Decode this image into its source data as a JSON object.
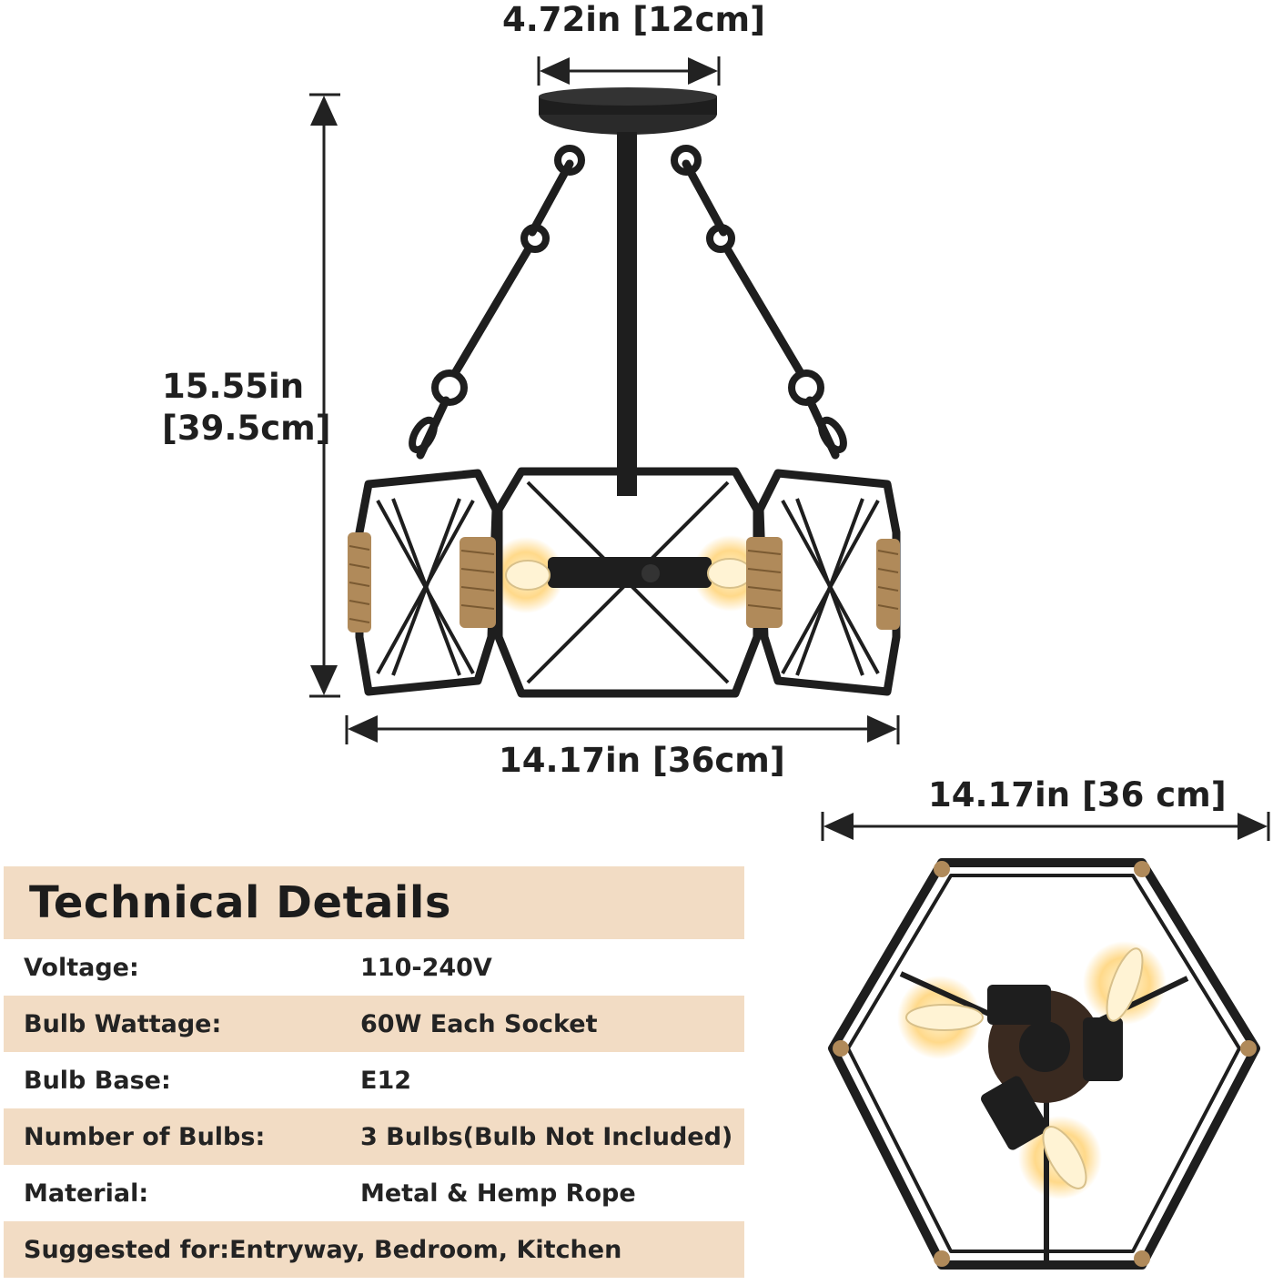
{
  "dimensions": {
    "top_width": "4.72in [12cm]",
    "height_line1": "15.55in",
    "height_line2": "[39.5cm]",
    "bottom_width": "14.17in [36cm]",
    "side_view_width": "14.17in [36 cm]"
  },
  "technical_details": {
    "title": "Technical Details",
    "rows": [
      {
        "label": "Voltage:",
        "value": "110-240V"
      },
      {
        "label": "Bulb Wattage:",
        "value": "60W Each Socket"
      },
      {
        "label": "Bulb Base:",
        "value": "E12"
      },
      {
        "label": "Number of Bulbs:",
        "value": "3 Bulbs(Bulb Not Included)"
      },
      {
        "label": "Material:",
        "value": "Metal & Hemp Rope"
      },
      {
        "label": "Suggested for:",
        "value": "Entryway, Bedroom, Kitchen"
      }
    ]
  },
  "colors": {
    "row_shade": "#f2dcc4",
    "metal": "#1e1e1e",
    "rope": "#b08a5a",
    "bulb_glow": "#ffd98a"
  }
}
